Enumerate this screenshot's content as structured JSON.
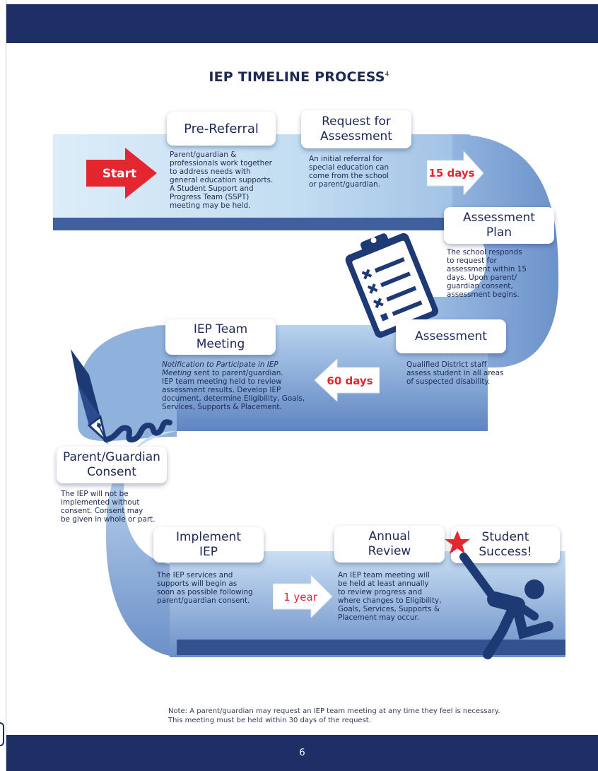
{
  "page": {
    "title": "IEP TIMELINE PROCESS",
    "title_footnote": "4",
    "page_number": "6",
    "note_line1": "Note: A parent/guardian may request an IEP team meeting at any time they feel is necessary.",
    "note_line2": "This meeting must be held within 30 days of the request."
  },
  "colors": {
    "navy": "#1e2e66",
    "road_light": "#cfe5f6",
    "road_dark": "#4a6fb0",
    "start_red": "#e3262f"
  },
  "steps": {
    "start_label": "Start",
    "pre_referral": {
      "title": "Pre-Referral",
      "desc1": "Parent/guardian &",
      "desc2": "professionals work together",
      "desc3": "to address needs with",
      "desc4": "general education supports.",
      "desc5": "A Student Support and",
      "desc6": "Progress Team (SSPT)",
      "desc7": "meeting may be held."
    },
    "request": {
      "title1": "Request for",
      "title2": "Assessment",
      "desc1": "An initial referral for",
      "desc2": "special education can",
      "desc3": "come from the school",
      "desc4": "or parent/guardian."
    },
    "days15": "15 days",
    "assessment_plan": {
      "title1": "Assessment",
      "title2": "Plan",
      "desc1": "The school responds",
      "desc2": "to request for",
      "desc3": "assessment within 15",
      "desc4": "days. Upon parent/",
      "desc5": "guardian consent,",
      "desc6": "assessment begins."
    },
    "assessment": {
      "title": "Assessment",
      "desc1": "Qualified District staff",
      "desc2": "assess student in all areas",
      "desc3": "of suspected disability."
    },
    "days60": "60 days",
    "iep_meeting": {
      "title1": "IEP Team",
      "title2": "Meeting",
      "desc_italic1": "Notification to Participate in IEP",
      "desc_italic2": "Meeting",
      "desc2_rest": " sent to parent/guardian.",
      "desc3": "IEP team meeting held to review",
      "desc4": "assessment results. Develop IEP",
      "desc5": "document, determine Eligibility, Goals,",
      "desc6": "Services, Supports & Placement."
    },
    "consent": {
      "title1": "Parent/Guardian",
      "title2": "Consent",
      "desc1": "The IEP will not be",
      "desc2": "implemented without",
      "desc3": "consent. Consent may",
      "desc4": "be given in whole or part."
    },
    "implement": {
      "title1": "Implement",
      "title2": "IEP",
      "desc1": "The IEP services and",
      "desc2": "supports will begin as",
      "desc3": "soon as possible following",
      "desc4": "parent/guardian consent."
    },
    "year1": "1 year",
    "annual": {
      "title1": "Annual",
      "title2": "Review",
      "desc1": "An IEP team meeting will",
      "desc2": "be held at least annually",
      "desc3": "to review progress and",
      "desc4": "where changes to Eligibility,",
      "desc5": "Goals, Services, Supports &",
      "desc6": "Placement may occur."
    },
    "success": {
      "title1": "Student",
      "title2": "Success!"
    }
  },
  "icons": [
    "clipboard-checklist-icon",
    "fountain-pen-icon",
    "star-icon",
    "student-celebrating-icon",
    "start-arrow-icon"
  ]
}
